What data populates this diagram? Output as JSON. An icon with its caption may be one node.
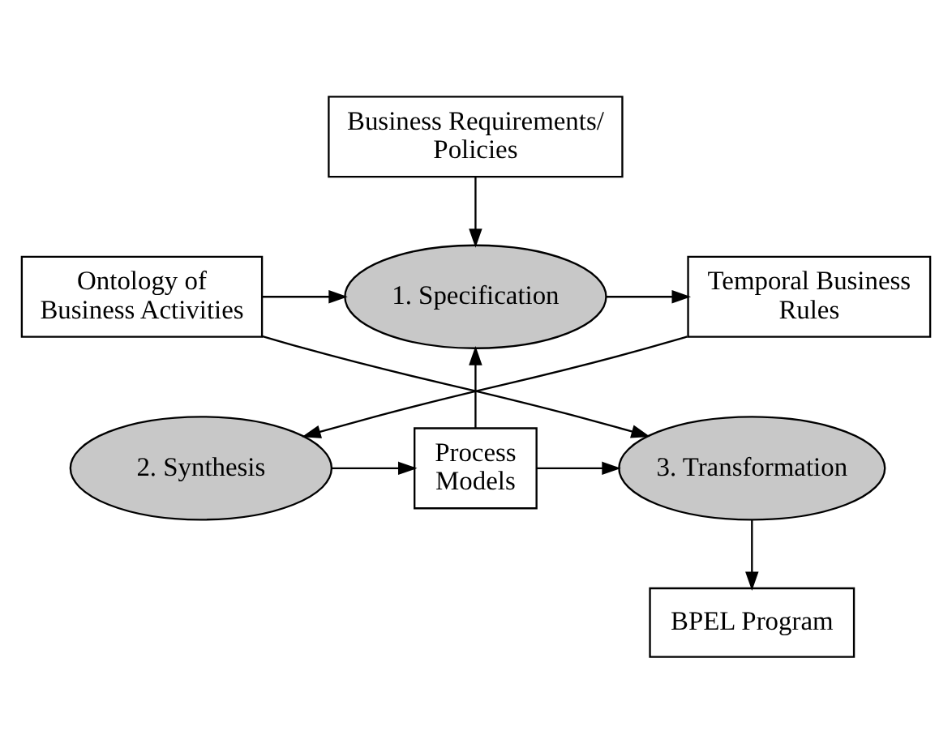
{
  "diagram": {
    "nodes": [
      {
        "text": [
          "Business Requirements/ Policies"
        ]
      },
      {
        "text": [
          "Ontology of Business Activities"
        ]
      },
      {
        "text": [
          "1. Specification"
        ]
      },
      {
        "text": [
          "Temporal Business Rules"
        ]
      },
      {
        "text": [
          "3. Transformation"
        ]
      },
      {
        "text": [
          "Process Models"
        ]
      },
      {
        "text": [
          "2. Synthesis"
        ]
      },
      {
        "text": [
          "BPEL Program"
        ]
      }
    ],
    "edges": [
      {
        "from": 0,
        "to": 2,
        "arrow": "to"
      },
      {
        "from": 1,
        "to": 2,
        "arrow": "to"
      },
      {
        "from": 2,
        "to": 3,
        "arrow": "to"
      },
      {
        "from": 3,
        "to": 6,
        "arrow": "to"
      },
      {
        "from": 6,
        "to": 5,
        "arrow": "to"
      },
      {
        "from": 5,
        "to": 2,
        "arrow": "to"
      },
      {
        "from": 5,
        "to": 4,
        "arrow": "to"
      },
      {
        "from": 1,
        "to": 4,
        "arrow": "to"
      },
      {
        "from": 4,
        "to": 7,
        "arrow": "to"
      }
    ]
  }
}
